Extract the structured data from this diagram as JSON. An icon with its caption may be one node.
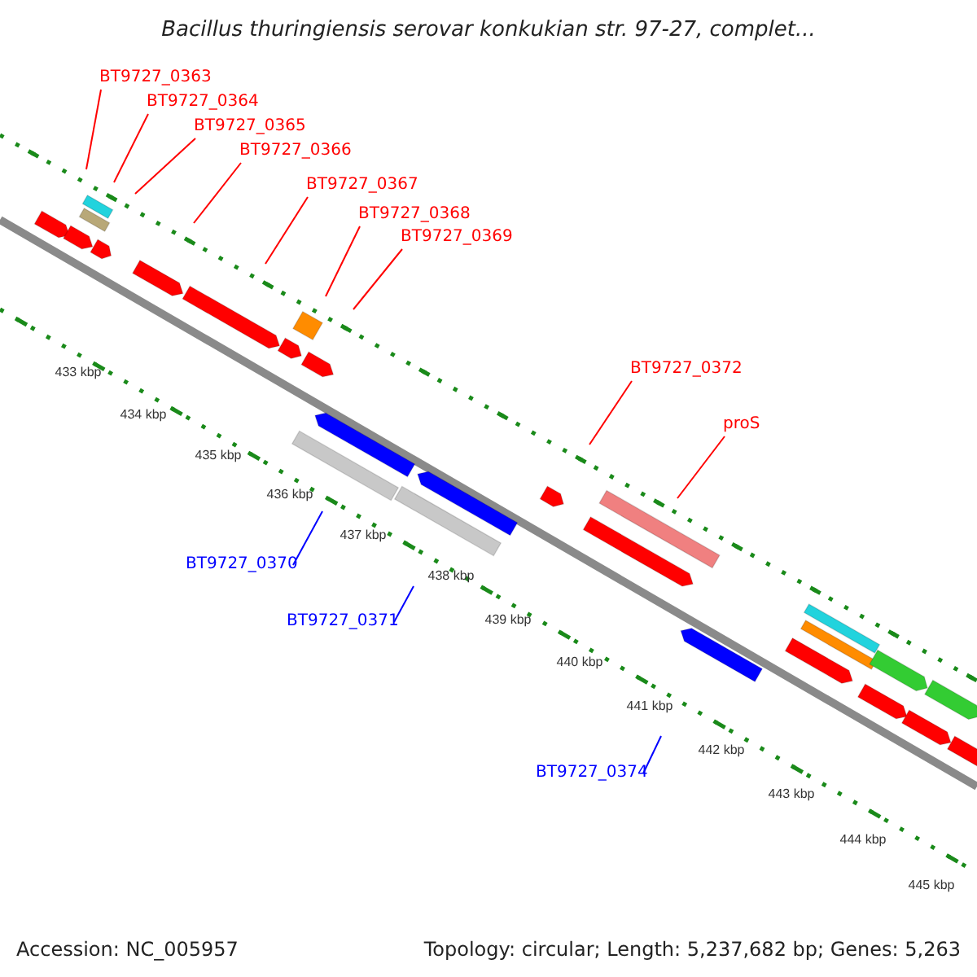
{
  "diagram": {
    "title": "Bacillus thuringiensis serovar konkukian str. 97-27, complet...",
    "nodes": [
      {
        "text": [
          "BT9727_0363"
        ]
      },
      {
        "text": [
          "BT9727_0364"
        ]
      },
      {
        "text": [
          "BT9727_0365"
        ]
      },
      {
        "text": [
          "BT9727_0366"
        ]
      },
      {
        "text": [
          "BT9727_0367"
        ]
      },
      {
        "text": [
          "BT9727_0368"
        ]
      },
      {
        "text": [
          "BT9727_0369"
        ]
      },
      {
        "text": [
          "BT9727_0372"
        ]
      },
      {
        "text": [
          "proS"
        ]
      },
      {
        "text": [
          "BT9727_0370"
        ]
      },
      {
        "text": [
          "BT9727_0371"
        ]
      },
      {
        "text": [
          "BT9727_0374"
        ]
      }
    ],
    "edges": [
      {
        "from": 0,
        "to": null,
        "arrow": "none"
      },
      {
        "from": 1,
        "to": null,
        "arrow": "none"
      },
      {
        "from": 2,
        "to": null,
        "arrow": "none"
      },
      {
        "from": 3,
        "to": null,
        "arrow": "none"
      },
      {
        "from": 4,
        "to": null,
        "arrow": "none"
      },
      {
        "from": 5,
        "to": null,
        "arrow": "none"
      },
      {
        "from": 6,
        "to": null,
        "arrow": "none"
      },
      {
        "from": 7,
        "to": null,
        "arrow": "none"
      },
      {
        "from": 8,
        "to": null,
        "arrow": "none"
      },
      {
        "from": 9,
        "to": null,
        "arrow": "none",
        "color": "#0000ff"
      },
      {
        "from": 10,
        "to": null,
        "arrow": "none",
        "color": "#0000ff"
      },
      {
        "from": 11,
        "to": null,
        "arrow": "none",
        "color": "#0000ff"
      }
    ],
    "labels": [
      "433 kbp",
      "434 kbp",
      "435 kbp",
      "436 kbp",
      "437 kbp",
      "438 kbp",
      "439 kbp",
      "440 kbp",
      "441 kbp",
      "442 kbp",
      "443 kbp",
      "444 kbp",
      "445 kbp",
      "Accession: NC_005957",
      "Topology: circular; Length: 5,237,682 bp; Genes: 5,263"
    ]
  }
}
